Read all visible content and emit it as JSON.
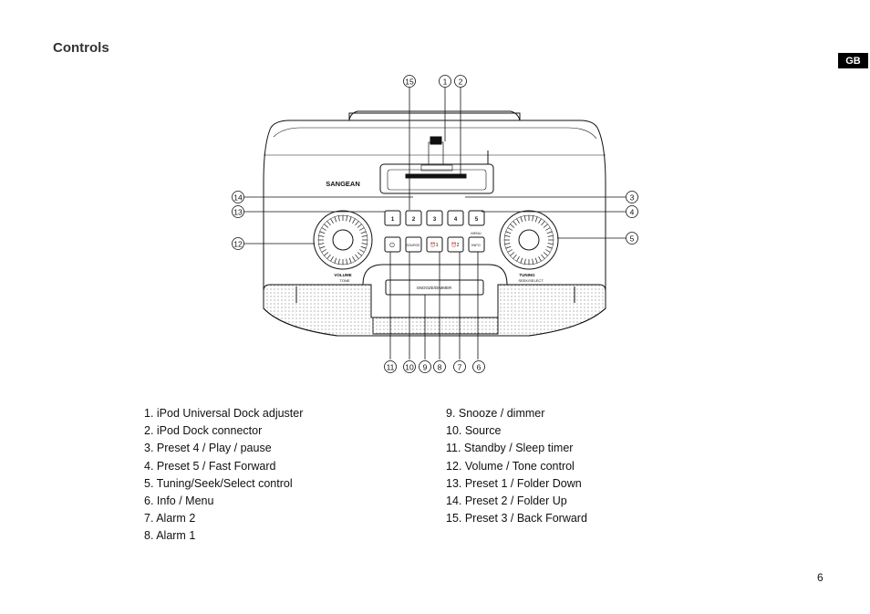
{
  "page": {
    "title": "Controls",
    "language_badge": "GB",
    "page_number": "6"
  },
  "diagram": {
    "brand": "SANGEAN",
    "knob_left_label": "VOLUME",
    "knob_left_sublabel": "TONE",
    "knob_right_label": "TUNING",
    "knob_right_sublabel": "SEEK/SELECT",
    "preset_buttons": [
      "1",
      "2",
      "3",
      "4",
      "5"
    ],
    "snooze_bar": "SNOOZE/DIMMER",
    "source_button": "SOURCE",
    "info_button": "INFO",
    "menu_label": "MENU",
    "callouts": [
      "1",
      "2",
      "3",
      "4",
      "5",
      "6",
      "7",
      "8",
      "9",
      "10",
      "11",
      "12",
      "13",
      "14",
      "15"
    ]
  },
  "legend_left": [
    "1. iPod Universal Dock adjuster",
    "2. iPod Dock connector",
    "3. Preset 4 / Play / pause",
    "4. Preset 5 / Fast Forward",
    "5. Tuning/Seek/Select control",
    "6. Info / Menu",
    "7. Alarm 2",
    "8. Alarm 1"
  ],
  "legend_right": [
    "9. Snooze / dimmer",
    "10. Source",
    "11. Standby / Sleep timer",
    "12. Volume / Tone control",
    "13. Preset 1 / Folder Down",
    "14. Preset 2 / Folder Up",
    "15. Preset 3 / Back Forward"
  ]
}
